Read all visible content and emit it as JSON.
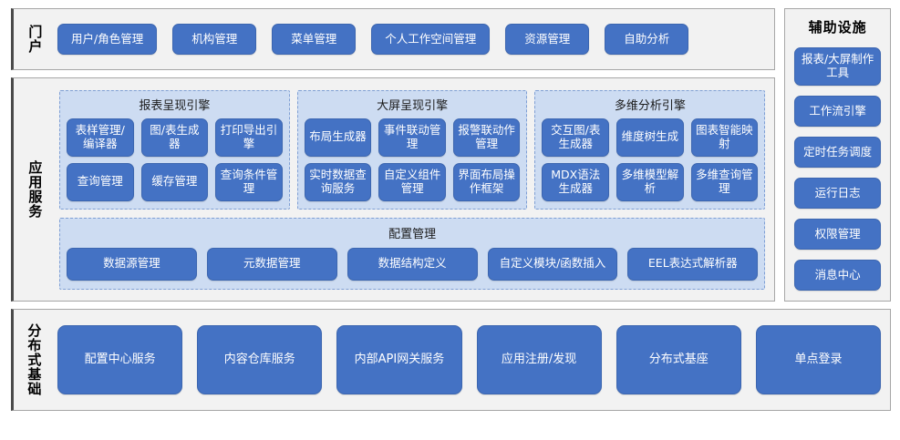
{
  "portal": {
    "label": "门户",
    "items": [
      "用户/角色管理",
      "机构管理",
      "菜单管理",
      "个人工作空间管理",
      "资源管理",
      "自助分析"
    ]
  },
  "application_services": {
    "label": "应用服务",
    "engines": [
      {
        "title": "报表呈现引擎",
        "items": [
          "表样管理/编译器",
          "图/表生成器",
          "打印导出引擎",
          "查询管理",
          "缓存管理",
          "查询条件管理"
        ]
      },
      {
        "title": "大屏呈现引擎",
        "items": [
          "布局生成器",
          "事件联动管理",
          "报警联动作管理",
          "实时数据查询服务",
          "自定义组件管理",
          "界面布局操作框架"
        ]
      },
      {
        "title": "多维分析引擎",
        "items": [
          "交互图/表生成器",
          "维度树生成",
          "图表智能映射",
          "MDX语法生成器",
          "多维模型解析",
          "多维查询管理"
        ]
      }
    ],
    "configuration": {
      "title": "配置管理",
      "items": [
        "数据源管理",
        "元数据管理",
        "数据结构定义",
        "自定义模块/函数插入",
        "EEL表达式解析器"
      ]
    }
  },
  "auxiliary": {
    "label": "辅助设施",
    "items": [
      "报表/大屏制作工具",
      "工作流引擎",
      "定时任务调度",
      "运行日志",
      "权限管理",
      "消息中心"
    ]
  },
  "distributed_base": {
    "label": "分布式基础",
    "items": [
      "配置中心服务",
      "内容仓库服务",
      "内部API网关服务",
      "应用注册/发现",
      "分布式基座",
      "单点登录"
    ]
  },
  "colors": {
    "tile_blue": "#4472C4",
    "panel_light_blue": "#CDDCF2",
    "section_gray": "#F2F2F2",
    "section_border": "#A6A6A6",
    "accent_bar": "#4A4A4A"
  }
}
